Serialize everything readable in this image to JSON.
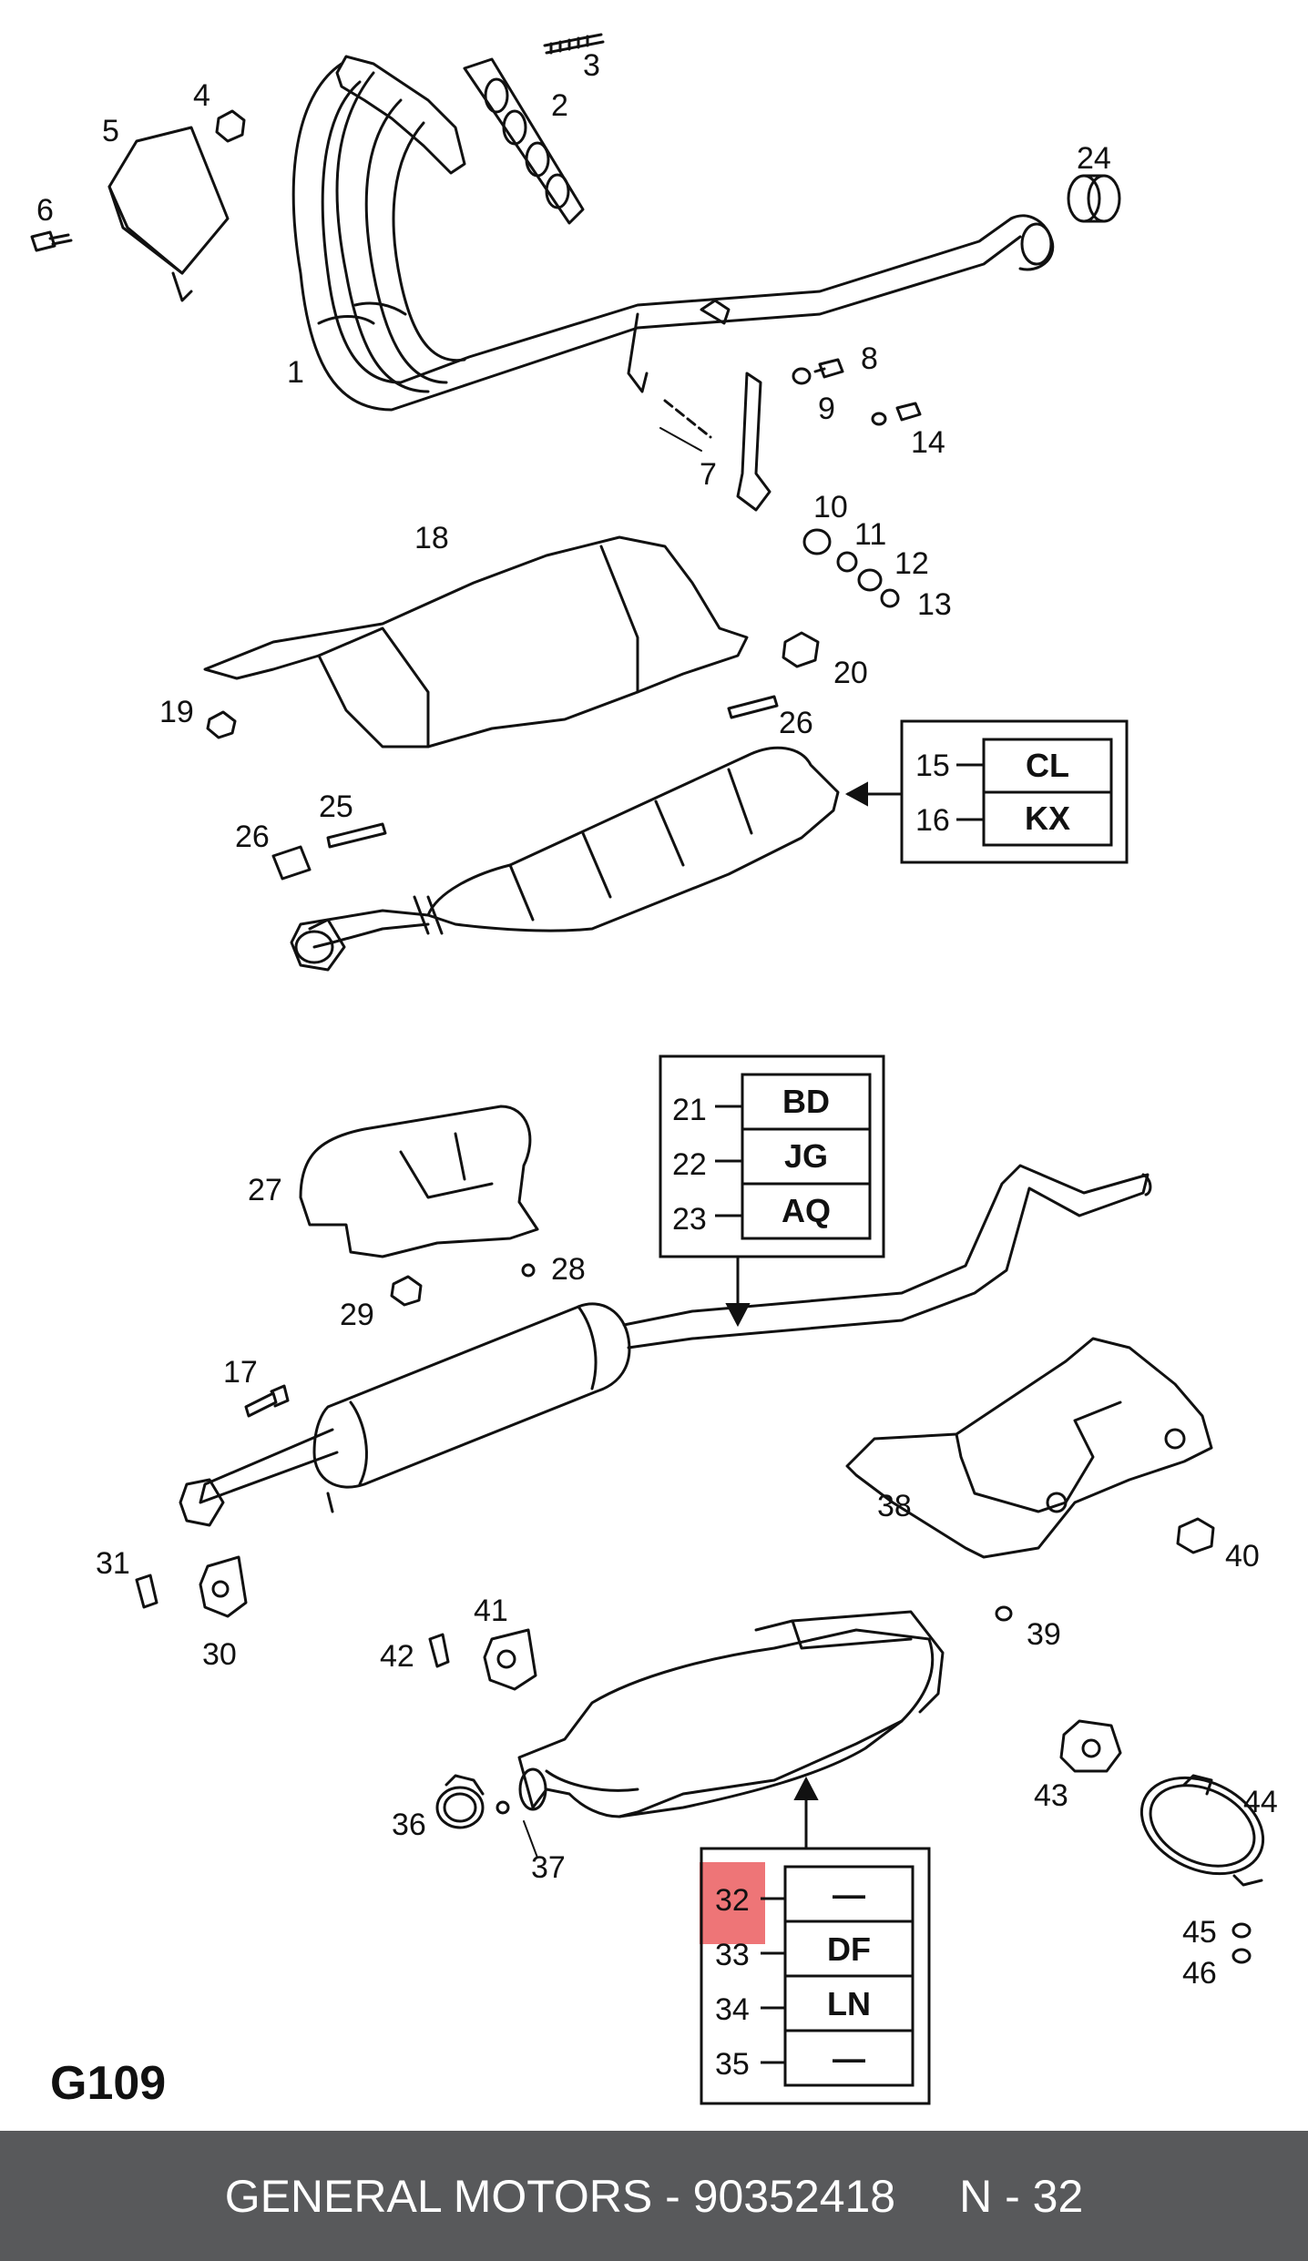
{
  "sheet_code": "G109",
  "footer": {
    "brand_part": "GENERAL MOTORS - 90352418",
    "ref": "N - 32"
  },
  "highlight_color": "#e8474a",
  "callouts": [
    "1",
    "2",
    "3",
    "4",
    "5",
    "6",
    "7",
    "8",
    "9",
    "10",
    "11",
    "12",
    "13",
    "14",
    "17",
    "18",
    "19",
    "20",
    "24",
    "25",
    "26",
    "26",
    "27",
    "28",
    "29",
    "30",
    "31",
    "36",
    "37",
    "38",
    "39",
    "40",
    "41",
    "42",
    "43",
    "44",
    "45",
    "46"
  ],
  "variant_table_1": [
    {
      "pos": "15",
      "code": "CL"
    },
    {
      "pos": "16",
      "code": "KX"
    }
  ],
  "variant_table_2": [
    {
      "pos": "21",
      "code": "BD"
    },
    {
      "pos": "22",
      "code": "JG"
    },
    {
      "pos": "23",
      "code": "AQ"
    }
  ],
  "variant_table_3": [
    {
      "pos": "32",
      "code": "—"
    },
    {
      "pos": "33",
      "code": "DF"
    },
    {
      "pos": "34",
      "code": "LN"
    },
    {
      "pos": "35",
      "code": "—"
    }
  ]
}
